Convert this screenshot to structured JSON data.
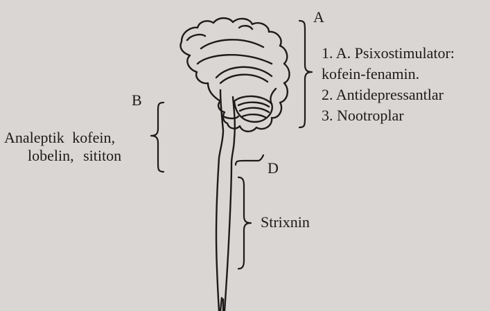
{
  "labels": {
    "A": "A",
    "B": "B",
    "D": "D"
  },
  "region_a_items": [
    "1. A. Psixostimulator:",
    "kofein-fenamin.",
    "2. Antidepressantlar",
    "3. Nootroplar"
  ],
  "region_b_text": [
    "Analeptik kofein,",
    "lobelin, sititon"
  ],
  "region_d_text": "Strixnin",
  "colors": {
    "paper": "#d9d6d3",
    "ink": "#1c1b1a",
    "bleed": "#a9a5a1"
  }
}
